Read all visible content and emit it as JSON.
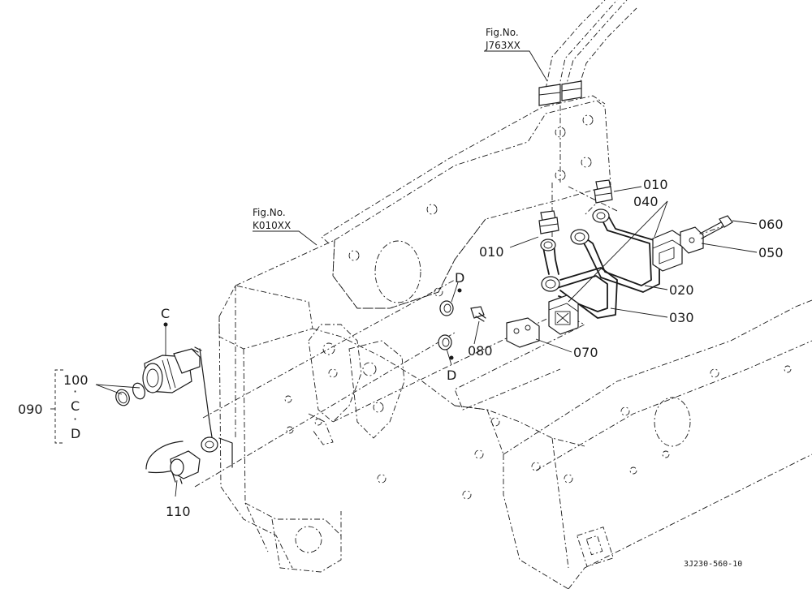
{
  "figure_refs": {
    "upper": {
      "line1": "Fig.No.",
      "line2": "J763XX"
    },
    "left": {
      "line1": "Fig.No.",
      "line2": "K010XX"
    }
  },
  "parts": {
    "p010a": "010",
    "p010b": "010",
    "p020": "020",
    "p030": "030",
    "p040": "040",
    "p050": "050",
    "p060": "060",
    "p070": "070",
    "p080": "080",
    "p090": "090",
    "p100": "100",
    "p110": "110"
  },
  "markers": {
    "c_top": "C",
    "d_upper": "D",
    "d_lower": "D"
  },
  "group_090": {
    "item1": "100",
    "dot1": "·",
    "item2": "C",
    "dot2": "·",
    "item3": "D"
  },
  "drawing_code": "3J230-560-10"
}
